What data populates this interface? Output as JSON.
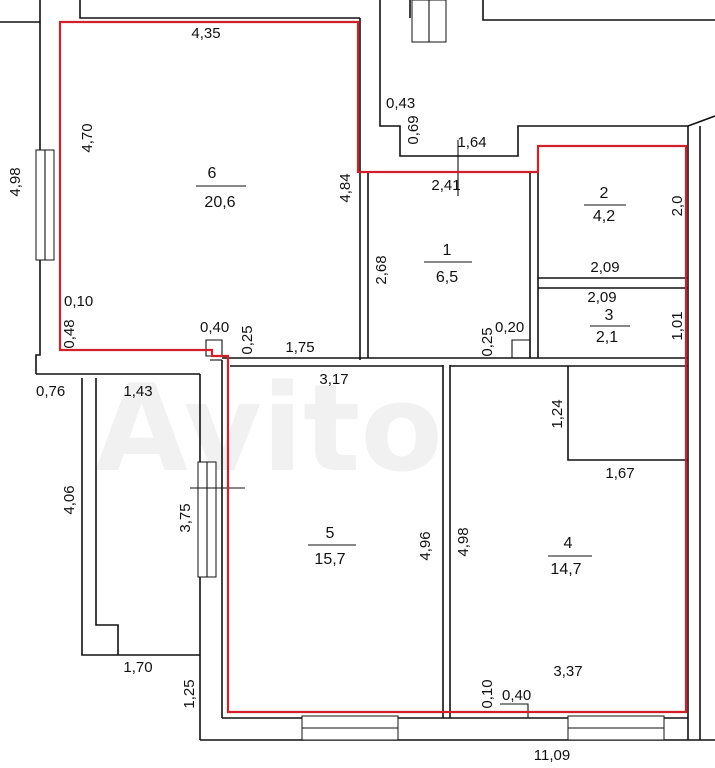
{
  "rooms": [
    {
      "number": "6",
      "area": "20,6"
    },
    {
      "number": "1",
      "area": "6,5"
    },
    {
      "number": "2",
      "area": "4,2"
    },
    {
      "number": "3",
      "area": "2,1"
    },
    {
      "number": "5",
      "area": "15,7"
    },
    {
      "number": "4",
      "area": "14,7"
    }
  ],
  "dimensions": {
    "d435": "4,35",
    "d470": "4,70",
    "d498_left": "4,98",
    "d484": "4,84",
    "d043": "0,43",
    "d069": "0,69",
    "d164": "1,64",
    "d241": "2,41",
    "d20": "2,0",
    "d209_a": "2,09",
    "d209_b": "2,09",
    "d101": "1,01",
    "d268": "2,68",
    "d010_a": "0,10",
    "d048": "0,48",
    "d040_a": "0,40",
    "d025_a": "0,25",
    "d175": "1,75",
    "d025_b": "0,25",
    "d020": "0,20",
    "d076": "0,76",
    "d143": "1,43",
    "d317": "3,17",
    "d124": "1,24",
    "d167": "1,67",
    "d406": "4,06",
    "d375": "3,75",
    "d496": "4,96",
    "d498_mid": "4,98",
    "d170": "1,70",
    "d125": "1,25",
    "d337": "3,37",
    "d010_b": "0,10",
    "d040_b": "0,40",
    "d1109": "11,09"
  },
  "watermark": "Avito"
}
